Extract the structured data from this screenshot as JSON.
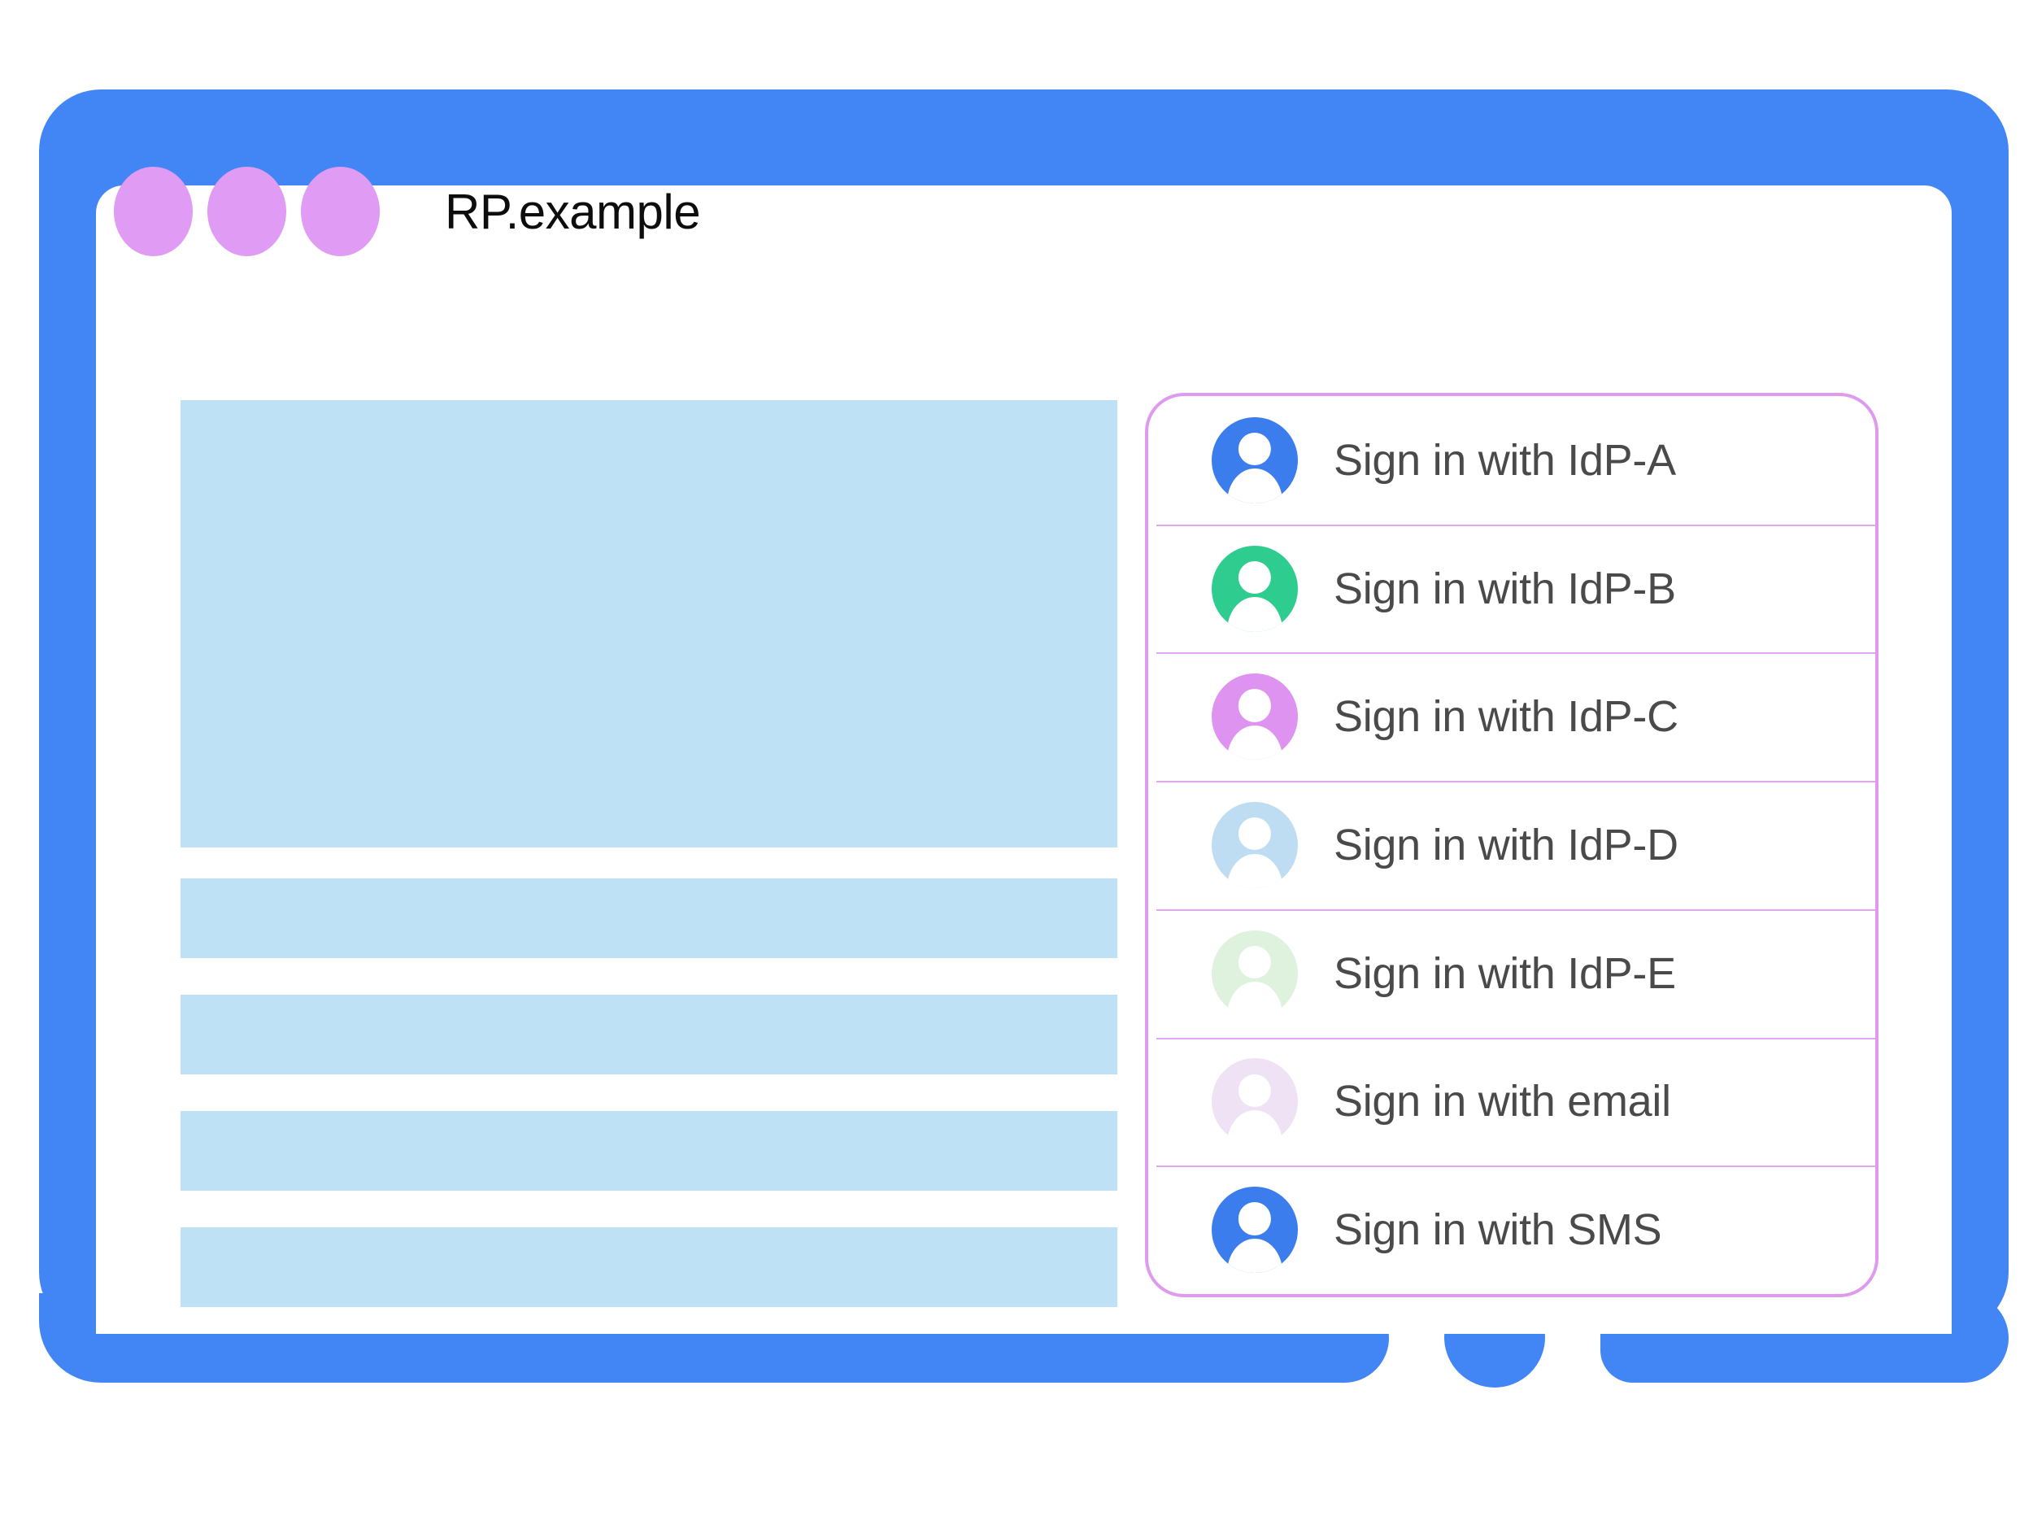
{
  "colors": {
    "frame_blue": "#4285F4",
    "window_dot_purple": "#E09BF5",
    "placeholder_blue": "#BFE1F6",
    "panel_border_purple": "#DE9BEE",
    "separator_purple": "#E3A7F0",
    "label_gray": "#4a4a4a",
    "title_black": "#0d0d0d"
  },
  "titlebar": {
    "title": "RP.example",
    "dots": [
      "window-dot-1",
      "window-dot-2",
      "window-dot-3"
    ]
  },
  "content_placeholders": [
    {
      "name": "hero-placeholder",
      "kind": "hero"
    },
    {
      "name": "text-placeholder-1",
      "kind": "bar"
    },
    {
      "name": "text-placeholder-2",
      "kind": "bar"
    },
    {
      "name": "text-placeholder-3",
      "kind": "bar"
    },
    {
      "name": "text-placeholder-4",
      "kind": "bar"
    }
  ],
  "account_chooser": {
    "items": [
      {
        "label": "Sign in with IdP-A",
        "avatar_color": "#3B7DEC",
        "icon": "person-avatar-icon"
      },
      {
        "label": "Sign in with IdP-B",
        "avatar_color": "#2ECC8F",
        "icon": "person-avatar-icon"
      },
      {
        "label": "Sign in with IdP-C",
        "avatar_color": "#DE93F0",
        "icon": "person-avatar-icon"
      },
      {
        "label": "Sign in with IdP-D",
        "avatar_color": "#BFDDF2",
        "icon": "person-avatar-icon"
      },
      {
        "label": "Sign in with IdP-E",
        "avatar_color": "#DEF2DE",
        "icon": "person-avatar-icon"
      },
      {
        "label": "Sign in with email",
        "avatar_color": "#EEE2F4",
        "icon": "person-avatar-icon"
      },
      {
        "label": "Sign in with SMS",
        "avatar_color": "#3B7DEC",
        "icon": "person-avatar-icon"
      }
    ]
  },
  "device": {
    "home_button": "home-button"
  }
}
